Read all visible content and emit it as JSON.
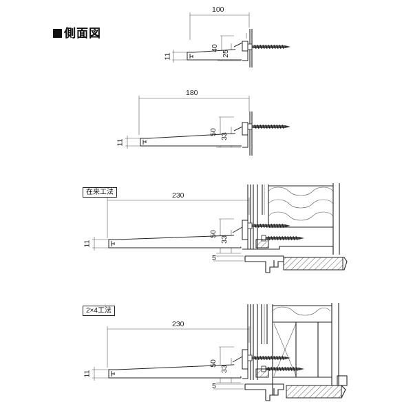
{
  "title": "側面図",
  "labels": {
    "method_conventional": "在来工法",
    "method_2x4": "2×4工法"
  },
  "fig1": {
    "width": "100",
    "h_outer": "40",
    "h_inner": "25",
    "thickness": "11"
  },
  "fig2": {
    "width": "180",
    "h_outer": "50",
    "h_inner": "33",
    "thickness": "11"
  },
  "fig3": {
    "width": "230",
    "h_outer": "50",
    "h_inner": "33",
    "thickness": "11",
    "gap": "5"
  },
  "fig4": {
    "width": "230",
    "h_outer": "50",
    "h_inner": "33",
    "thickness": "11",
    "gap": "5"
  }
}
